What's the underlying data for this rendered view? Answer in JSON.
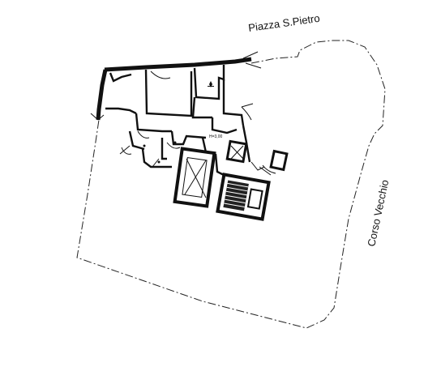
{
  "labels": {
    "north_street": "Piazza S.Pietro",
    "east_street": "Corso Vecchio",
    "room_height": "H=3,00"
  },
  "colors": {
    "ink": "#111111",
    "paper": "#ffffff"
  }
}
